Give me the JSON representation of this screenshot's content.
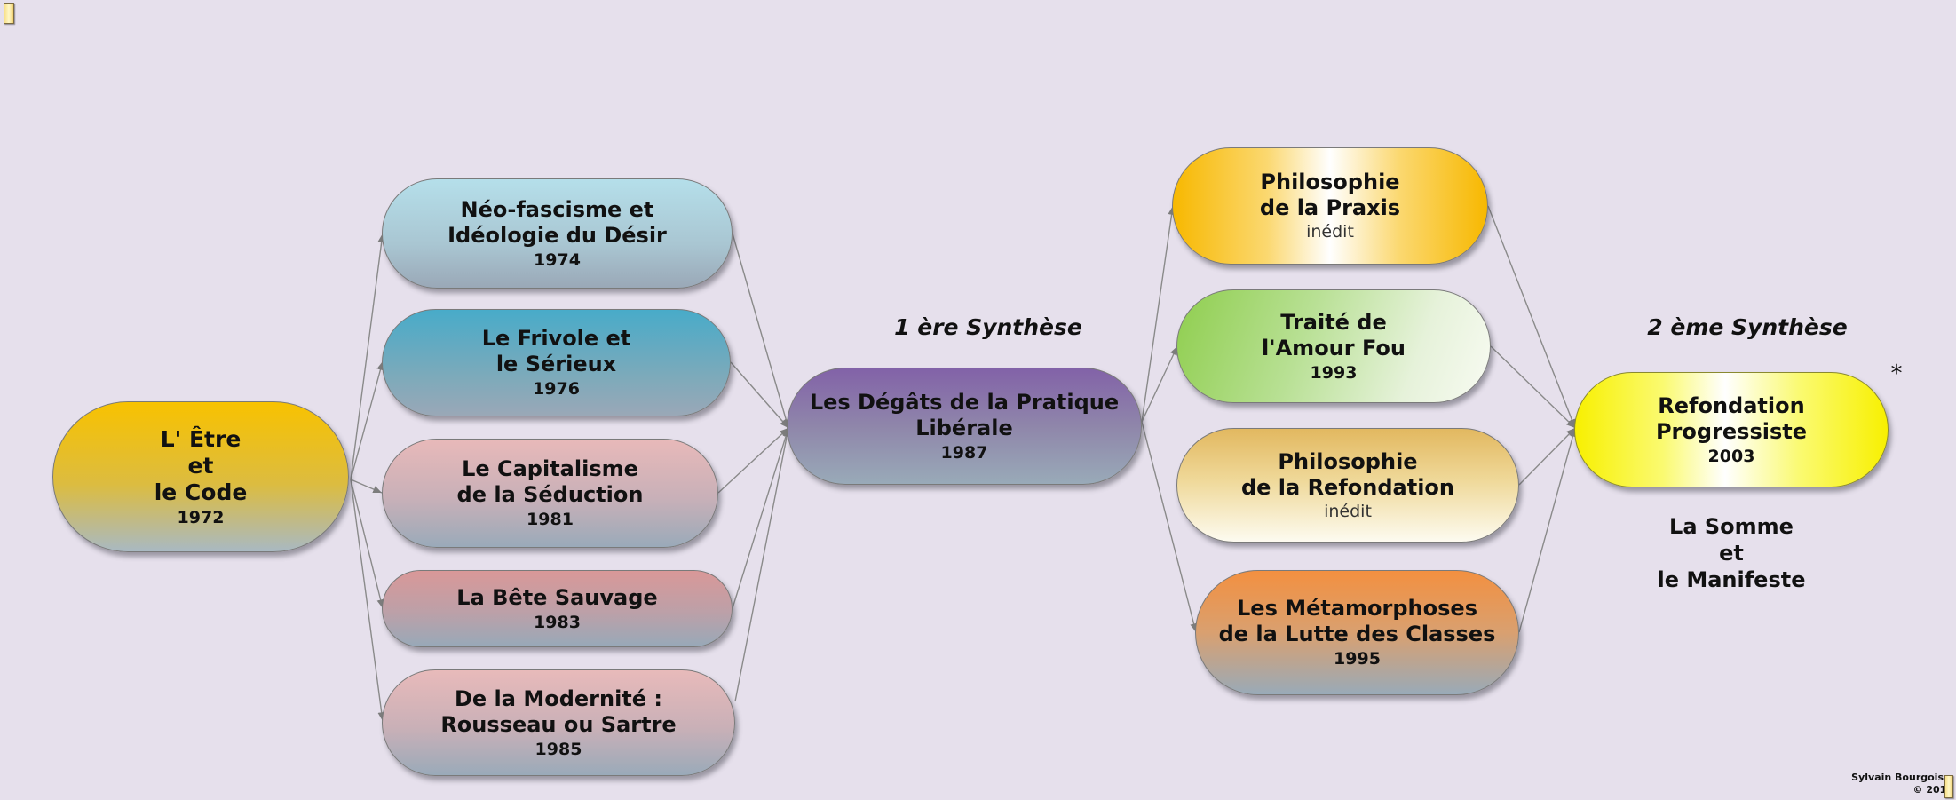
{
  "root": {
    "title": "L' Être\net\nle Code",
    "year": "1972"
  },
  "first_branch": [
    {
      "title": "Néo-fascisme et\nIdéologie du Désir",
      "year": "1974"
    },
    {
      "title": "Le Frivole et\nle Sérieux",
      "year": "1976"
    },
    {
      "title": "Le Capitalisme\nde la Séduction",
      "year": "1981"
    },
    {
      "title": "La Bête Sauvage",
      "year": "1983"
    },
    {
      "title": "De la Modernité :\nRousseau ou Sartre",
      "year": "1985"
    }
  ],
  "first_synthesis": {
    "heading": "1 ère Synthèse",
    "title": "Les Dégâts de la Pratique\nLibérale",
    "year": "1987"
  },
  "second_branch": [
    {
      "title": "Philosophie\nde la Praxis",
      "note": "inédit"
    },
    {
      "title": "Traité de\nl'Amour Fou",
      "year": "1993"
    },
    {
      "title": "Philosophie\nde la Refondation",
      "note": "inédit"
    },
    {
      "title": "Les Métamorphoses\nde la Lutte des Classes",
      "year": "1995"
    }
  ],
  "second_synthesis": {
    "heading": "2 ème Synthèse",
    "title": "Refondation\nProgressiste",
    "year": "2003",
    "asterisk": "*",
    "caption": "La Somme\net\nle Manifeste"
  },
  "footer": {
    "author": "Sylvain Bourgois",
    "copyright": "© 2011"
  },
  "colors": {
    "background": "#e6e0ec",
    "edge": "#8a8a8a"
  }
}
